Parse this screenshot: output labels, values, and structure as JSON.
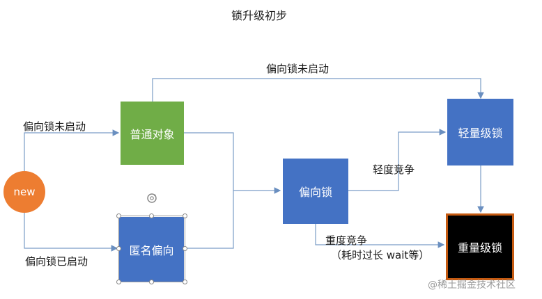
{
  "title": "锁升级初步",
  "nodes": {
    "new": "new",
    "ordinary": "普通对象",
    "anonymous": "匿名偏向",
    "biased": "偏向锁",
    "lightweight": "轻量级锁",
    "heavyweight": "重量级锁"
  },
  "edges": {
    "top": "偏向锁未启动",
    "new_to_ordinary": "偏向锁未启动",
    "new_to_anonymous": "偏向锁已启动",
    "light_contention": "轻度竞争",
    "heavy_contention_1": "重度竞争",
    "heavy_contention_2": "（耗时过长 wait等）"
  },
  "watermark": "@稀土掘金技术社区",
  "colors": {
    "box_blue": "#4472c4",
    "box_green": "#70ad47",
    "new_orange": "#ed7d31",
    "heavy_border": "#c55a11",
    "line": "#7a9cc6"
  }
}
